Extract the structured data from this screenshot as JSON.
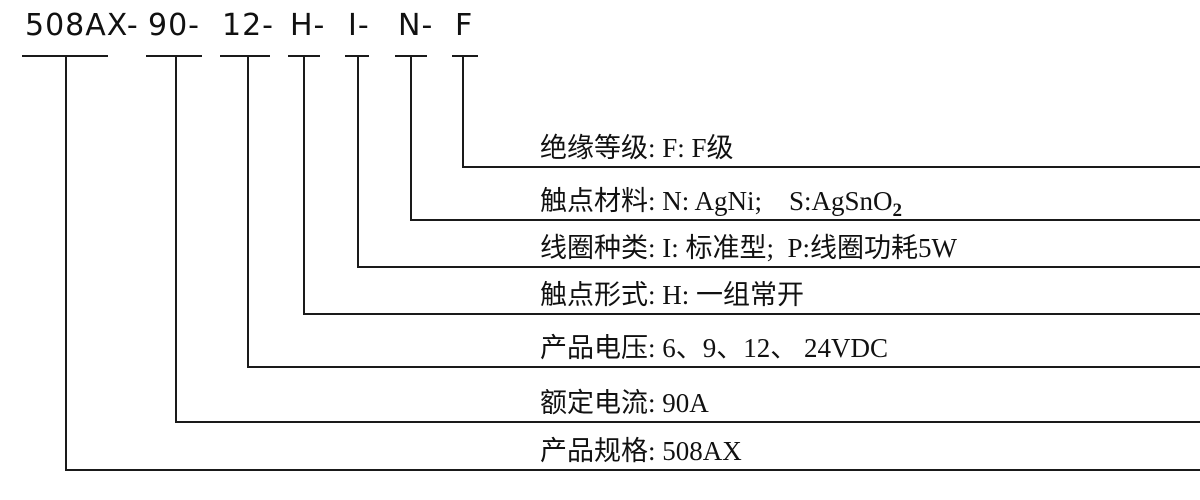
{
  "code": {
    "segments": [
      "508AX-",
      "90-",
      "12-",
      "H-",
      "I-",
      "N-",
      "F"
    ]
  },
  "rows": [
    {
      "label": "绝缘等级: F: F级"
    },
    {
      "label": "触点材料: N: AgNi;    S:AgSnO",
      "sub": "2"
    },
    {
      "label": "线圈种类: I: 标准型;  P:线圈功耗5W"
    },
    {
      "label": "触点形式: H: 一组常开"
    },
    {
      "label": "产品电压: 6、9、12、 24VDC"
    },
    {
      "label": "额定电流: 90A"
    },
    {
      "label": "产品规格: 508AX"
    }
  ]
}
